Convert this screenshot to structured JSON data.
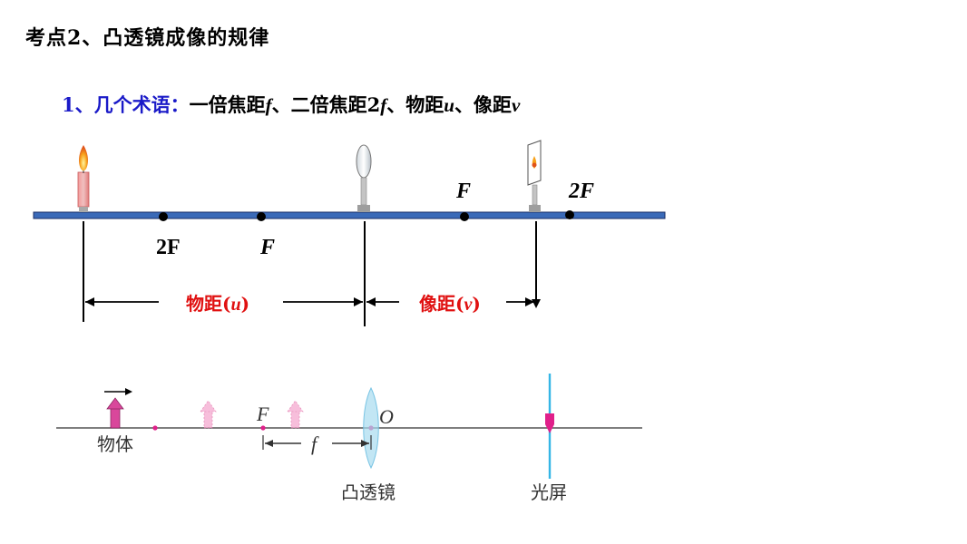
{
  "title": "考点2、凸透镜成像的规律",
  "subtitle": {
    "num": "1、几个术语：",
    "rest_a": "一倍焦距",
    "f1": "f",
    "rest_b": "、二倍焦距2",
    "f2": "f",
    "rest_c": "、物距",
    "u": "u",
    "rest_d": "、像距",
    "v": "v"
  },
  "top_diagram": {
    "label_2f_left": "2F",
    "label_f_left": "F",
    "label_f_right": "F",
    "label_2f_right": "2F",
    "object_distance": "物距(",
    "object_distance_var": "u",
    "image_distance": "像距(",
    "image_distance_var": "v",
    "close_paren": ")"
  },
  "bottom_diagram": {
    "object_label": "物体",
    "focus_label": "F",
    "center_label": "O",
    "f_label": "f",
    "lens_label": "凸透镜",
    "screen_label": "光屏"
  },
  "colors": {
    "bench": "#3a6ab8",
    "red_label": "#e01010",
    "blue_num": "#1a1ac8",
    "object_arrow": "#d9479b",
    "lens": "#a8dcf0",
    "screen": "#35b6e6"
  }
}
